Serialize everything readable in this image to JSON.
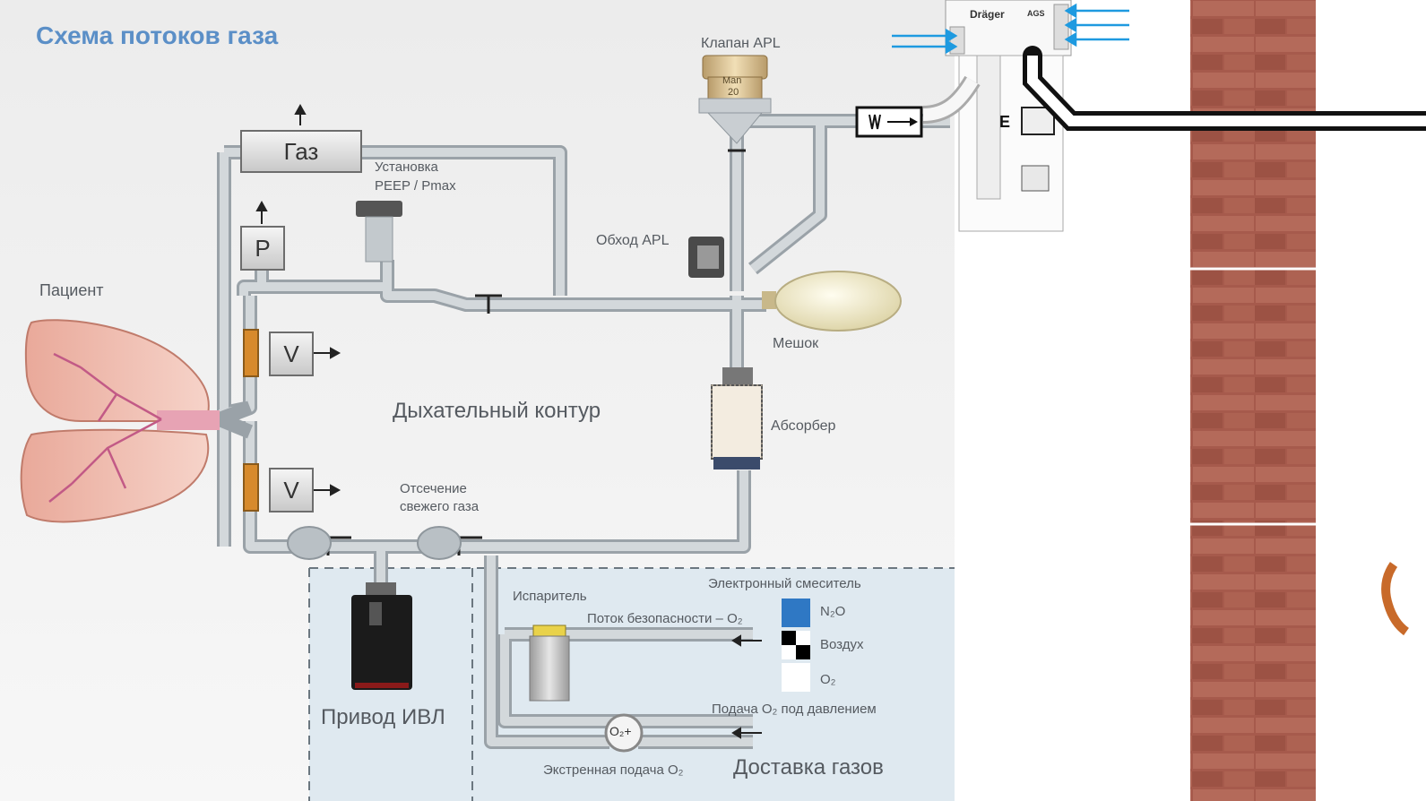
{
  "title": "Схема потоков газа",
  "labels": {
    "apl_valve": "Клапан APL",
    "gas": "Газ",
    "peep_line1": "Установка",
    "peep_line2": "PEEP / Pmax",
    "apl_bypass": "Обход APL",
    "patient": "Пациент",
    "pressure": "P",
    "volume": "V",
    "bag": "Мешок",
    "breathing_circuit": "Дыхательный контур",
    "absorber": "Абсорбер",
    "fresh_gas_cutoff_line1": "Отсечение",
    "fresh_gas_cutoff_line2": "свежего газа",
    "vent_drive": "Привод ИВЛ",
    "vaporizer": "Испаритель",
    "mixer": "Электронный смеситель",
    "safety_flow": "Поток безопасности – O₂",
    "n2o": "N₂O",
    "air": "Воздух",
    "o2": "O₂",
    "o2_pressure": "Подача O₂ под давлением",
    "o2_flush_button": "O₂+",
    "o2_emergency": "Экстренная подача O₂",
    "gas_delivery": "Доставка газов",
    "brand": "Dräger",
    "ags": "AGS",
    "knob_man": "Man",
    "knob_value": "20",
    "e_marker": "E"
  },
  "colors": {
    "title": "#5b8fc7",
    "pipe": "#c5cbcf",
    "pipe_edge": "#8f979d",
    "delivery_bg": "#dfe9f0",
    "n2o": "#2f78c4",
    "arrow_blue": "#1e9ae0",
    "brick": "#a65a4c"
  }
}
